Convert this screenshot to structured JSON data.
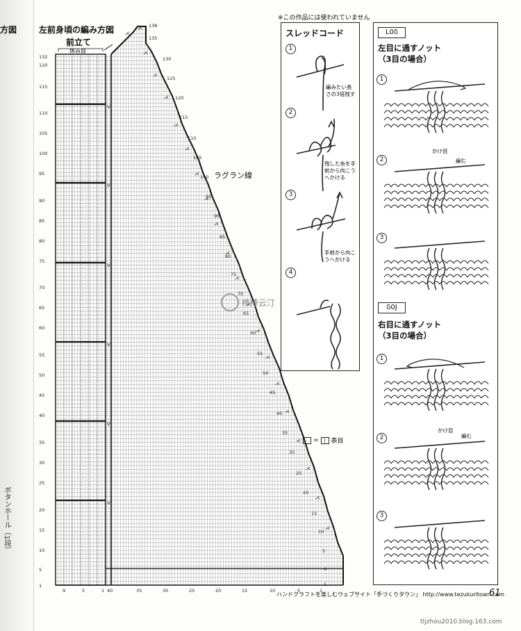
{
  "spine": {
    "title": "方図",
    "side_text": "ボタンホール（1段）"
  },
  "top_note": "※この作品には使われていません",
  "chart": {
    "title": "左前身頃の編み方図",
    "subtitle": "前立て",
    "rest_label": "休み目",
    "raglan_label": "ラグラン線",
    "left_row_labels": [
      "132",
      "120",
      "115",
      "110",
      "105",
      "100",
      "95",
      "90",
      "85",
      "80",
      "75",
      "70",
      "65",
      "60",
      "55",
      "50",
      "45",
      "40",
      "35",
      "30",
      "25",
      "20",
      "15",
      "10",
      "5",
      "1"
    ],
    "right_row_labels": [
      "138",
      "135",
      "130",
      "125",
      "120",
      "115",
      "110",
      "105",
      "100",
      "95",
      "90",
      "85",
      "80",
      "75",
      "70",
      "65",
      "60",
      "55",
      "50",
      "45",
      "40",
      "35",
      "30",
      "25",
      "20",
      "15",
      "10",
      "5",
      "4",
      "1"
    ],
    "bottom_col_labels": [
      "9",
      "5",
      "1",
      "40",
      "35",
      "30",
      "25",
      "20",
      "15",
      "10",
      "5",
      "1"
    ],
    "legend_eq": "=",
    "legend_symbol": "|",
    "legend_text": "表目"
  },
  "thread_cord": {
    "title": "スレッドコード",
    "steps": [
      "1",
      "2",
      "3",
      "4"
    ],
    "note1": "編みたい長さの3倍残す",
    "note2": "残した糸を手前から向こうへかける",
    "note3": "手前から向こうへかける"
  },
  "knot_left": {
    "symbol": "L0δ",
    "title": "左目に通すノット（3目の場合）",
    "steps": [
      "1",
      "2",
      "3"
    ],
    "label_a": "かけ目",
    "label_b": "編む"
  },
  "knot_right": {
    "symbol": "δ0J",
    "title": "右目に通すノット（3目の場合）",
    "steps": [
      "1",
      "2",
      "3"
    ],
    "label_a": "かけ目",
    "label_b": "編む"
  },
  "watermark": "棒棒云汀",
  "footer": "ハンドクラフトを楽しむウェブサイト「手づくりタウン」 http://www.tezukuritown.com",
  "page_number": "61",
  "blog": "tljzhou2010.blog.163.com"
}
